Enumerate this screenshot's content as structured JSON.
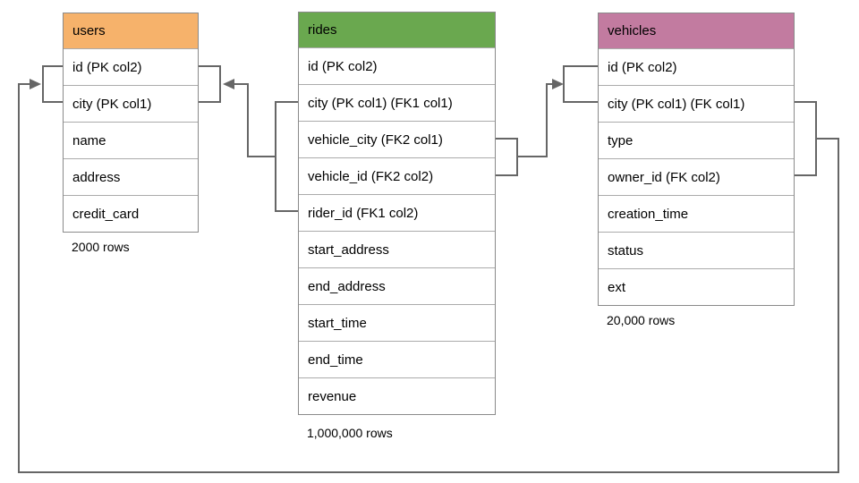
{
  "page": {
    "background": "#ffffff"
  },
  "diagram": {
    "line_color": "#666666",
    "tables": {
      "users": {
        "title": "users",
        "header_color": "#F6B26B",
        "columns": [
          "id (PK col2)",
          "city (PK col1)",
          "name",
          "address",
          "credit_card"
        ],
        "row_count_label": "2000 rows"
      },
      "rides": {
        "title": "rides",
        "header_color": "#6AA84F",
        "columns": [
          "id (PK col2)",
          "city (PK col1) (FK1 col1)",
          "vehicle_city (FK2 col1)",
          "vehicle_id (FK2 col2)",
          "rider_id (FK1 col2)",
          "start_address",
          "end_address",
          "start_time",
          "end_time",
          "revenue"
        ],
        "row_count_label": "1,000,000 rows"
      },
      "vehicles": {
        "title": "vehicles",
        "header_color": "#C27BA0",
        "columns": [
          "id (PK col2)",
          "city (PK col1) (FK col1)",
          "type",
          "owner_id (FK col2)",
          "creation_time",
          "status",
          "ext"
        ],
        "row_count_label": "20,000 rows"
      }
    },
    "relationships": [
      {
        "name": "rides-to-users",
        "fk_label": "FK1",
        "from_table": "rides",
        "from_columns": [
          "city",
          "rider_id"
        ],
        "to_table": "users",
        "to_columns": [
          "id",
          "city"
        ]
      },
      {
        "name": "rides-to-vehicles",
        "fk_label": "FK2",
        "from_table": "rides",
        "from_columns": [
          "vehicle_city",
          "vehicle_id"
        ],
        "to_table": "vehicles",
        "to_columns": [
          "id",
          "city"
        ]
      },
      {
        "name": "vehicles-to-users",
        "fk_label": "FK",
        "from_table": "vehicles",
        "from_columns": [
          "city",
          "owner_id"
        ],
        "to_table": "users",
        "to_columns": [
          "id",
          "city"
        ]
      }
    ]
  }
}
